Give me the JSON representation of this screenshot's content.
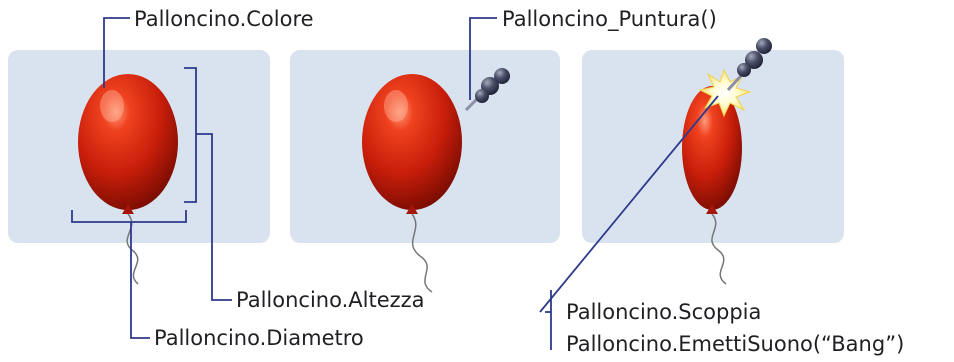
{
  "labels": {
    "color": "Palloncino.Colore",
    "puncture": "Palloncino_Puntura()",
    "height": "Palloncino.Altezza",
    "diameter": "Palloncino.Diametro",
    "pop": "Palloncino.Scoppia",
    "sound": "Palloncino.EmettiSuono(“Bang”)"
  },
  "colors": {
    "panel": "#d9e3ef",
    "connector": "#2e3a8c",
    "balloon": "#c81e0a",
    "pin": "#3a3f58"
  }
}
